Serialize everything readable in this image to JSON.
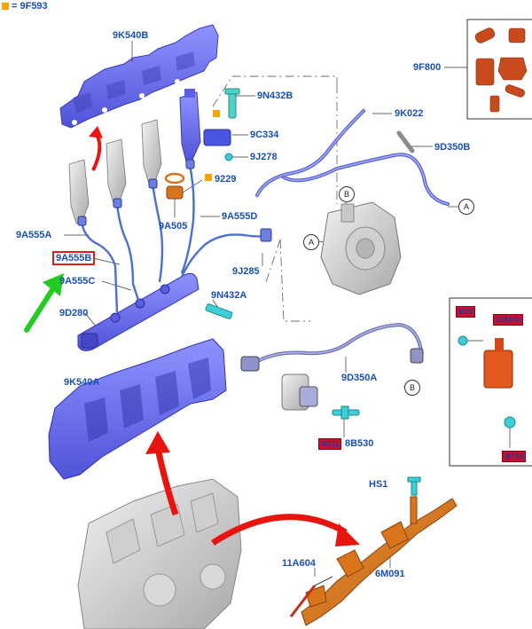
{
  "legend": {
    "text": "= 9F593",
    "swatch_color": "#f7a400"
  },
  "colors": {
    "label": "#1a4fb0",
    "part_blue": "#6b6ff0",
    "part_orange": "#d9731c",
    "part_red": "#c94a1c",
    "arrow_red": "#e8140f",
    "arrow_green": "#22cc22",
    "cyan_fastener": "#3ccfd8"
  },
  "labels": {
    "k540b": "9K540B",
    "f800": "9F800",
    "n432b": "9N432B",
    "c334": "9C334",
    "k022": "9K022",
    "j278": "9J278",
    "d350b": "9D350B",
    "p9229": "9229",
    "a555a": "9A555A",
    "a505": "9A505",
    "a555d": "9A555D",
    "a555b": "9A555B",
    "j285": "9J285",
    "a555c": "9A555C",
    "n432a": "9N432A",
    "d280": "9D280",
    "k540a": "9K540A",
    "d350a": "9D350A",
    "b530": "8B530",
    "hs1": "HS1",
    "a604": "11A604",
    "m091": "6M091"
  },
  "callouts": {
    "a": "A",
    "b": "B"
  },
  "tags": {
    "t1": "W70",
    "t2": "13A576",
    "t3": "W711",
    "t4": "W710"
  }
}
